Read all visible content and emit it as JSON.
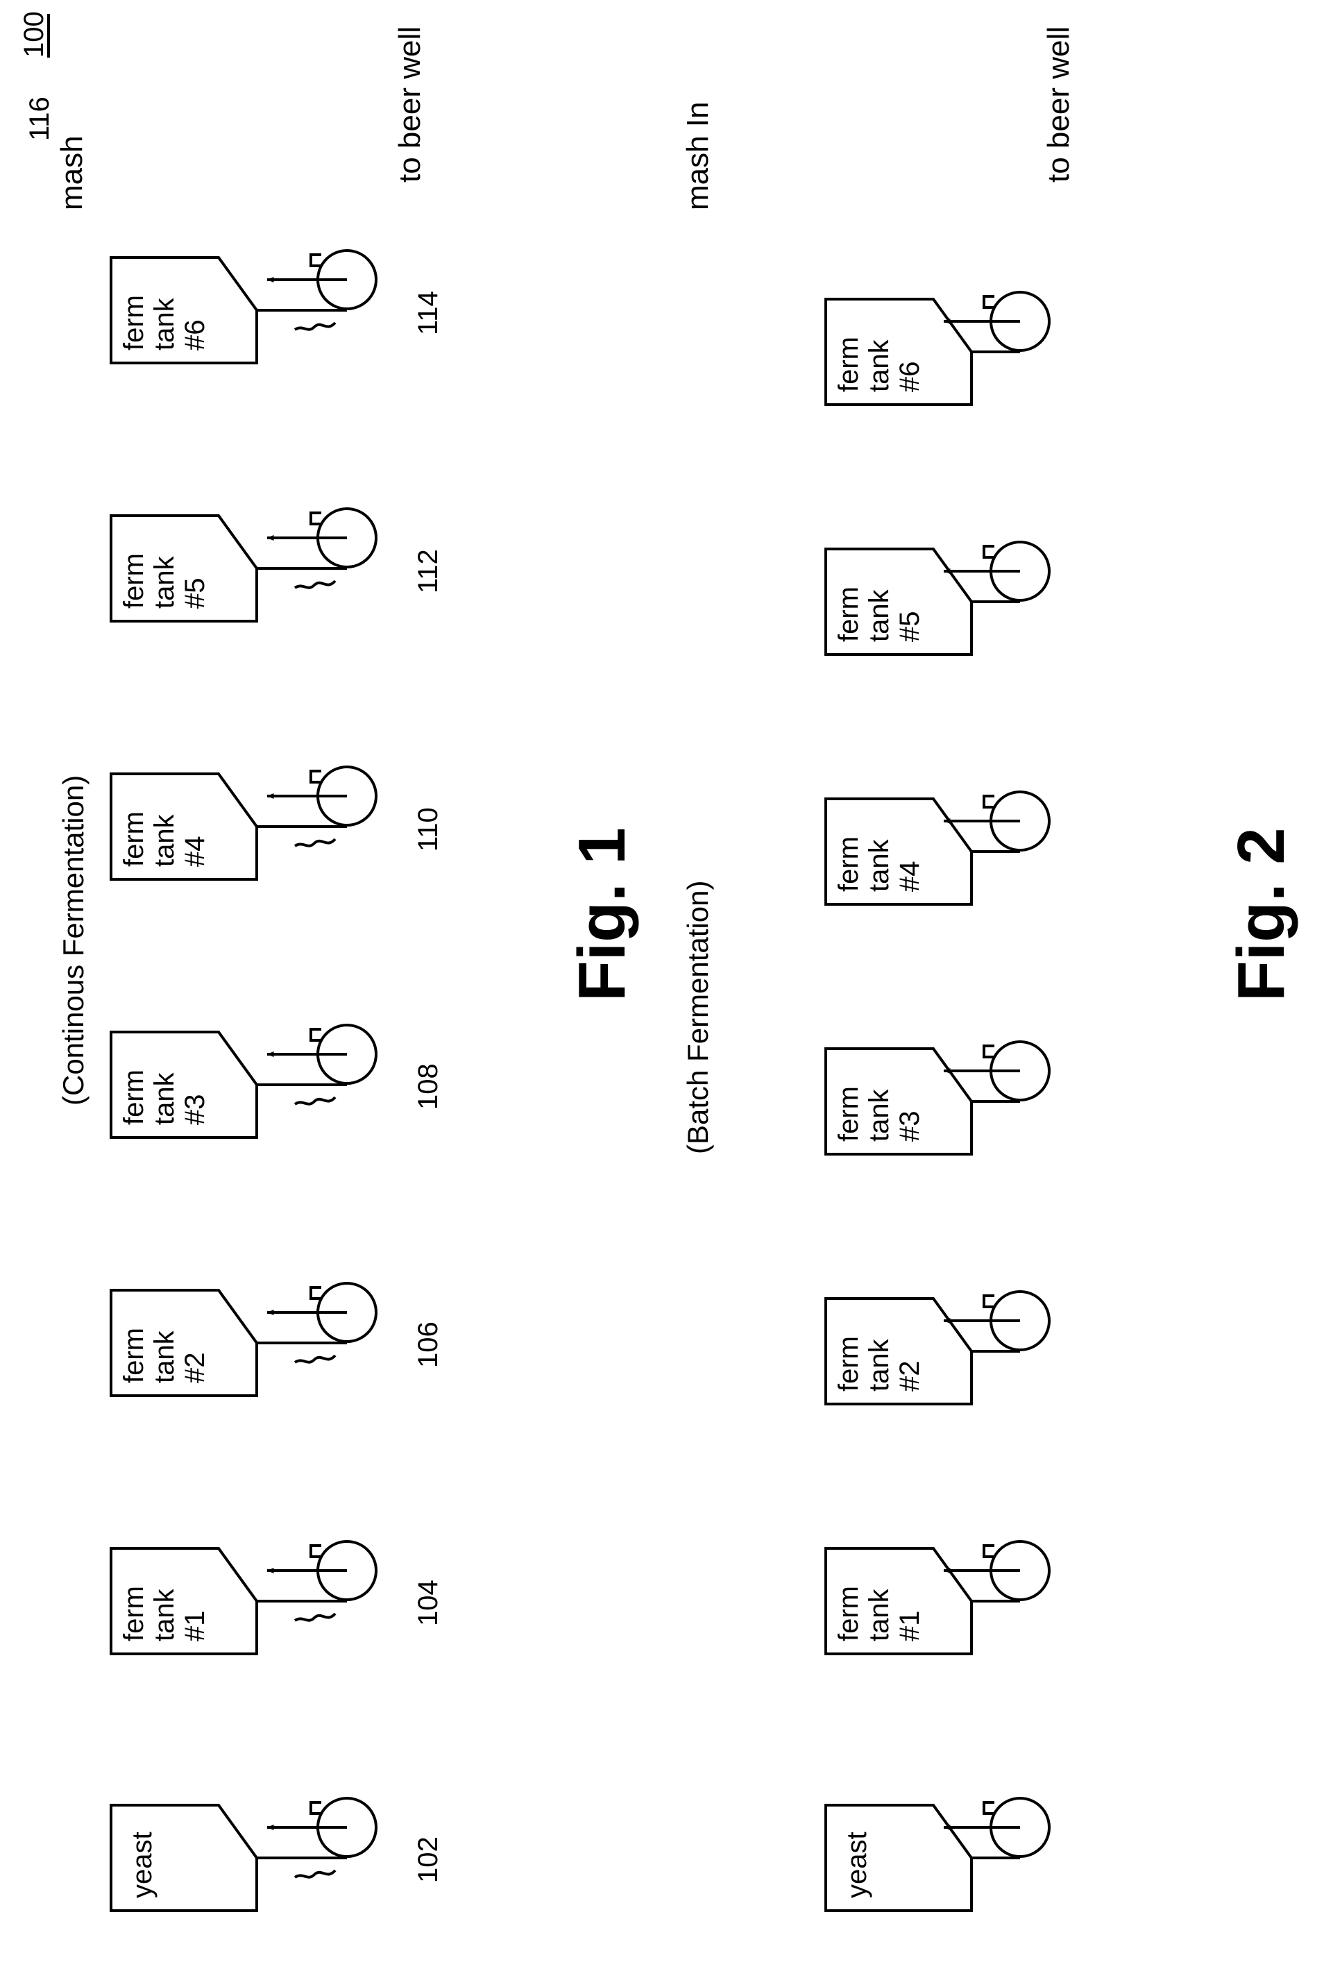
{
  "sheet_ref": "100",
  "figures": [
    {
      "caption": "Fig. 1",
      "mode": "(Continous Fermentation)",
      "feed_label": "mash",
      "feed_ref": "116",
      "outlet_label": "to beer well",
      "yeast_tank": {
        "label": "yeast",
        "ref": "102"
      },
      "tanks": [
        {
          "lines": [
            "ferm",
            "tank",
            "#1"
          ],
          "ref": "104"
        },
        {
          "lines": [
            "ferm",
            "tank",
            "#2"
          ],
          "ref": "106"
        },
        {
          "lines": [
            "ferm",
            "tank",
            "#3"
          ],
          "ref": "108"
        },
        {
          "lines": [
            "ferm",
            "tank",
            "#4"
          ],
          "ref": "110"
        },
        {
          "lines": [
            "ferm",
            "tank",
            "#5"
          ],
          "ref": "112"
        },
        {
          "lines": [
            "ferm",
            "tank",
            "#6"
          ],
          "ref": "114"
        }
      ]
    },
    {
      "caption": "Fig. 2",
      "mode": "(Batch Fermentation)",
      "feed_label": "mash In",
      "outlet_label": "to beer well",
      "yeast_tank": {
        "label": "yeast"
      },
      "tanks": [
        {
          "lines": [
            "ferm",
            "tank",
            "#1"
          ]
        },
        {
          "lines": [
            "ferm",
            "tank",
            "#2"
          ]
        },
        {
          "lines": [
            "ferm",
            "tank",
            "#3"
          ]
        },
        {
          "lines": [
            "ferm",
            "tank",
            "#4"
          ]
        },
        {
          "lines": [
            "ferm",
            "tank",
            "#5"
          ]
        },
        {
          "lines": [
            "ferm",
            "tank",
            "#6"
          ]
        }
      ]
    }
  ]
}
